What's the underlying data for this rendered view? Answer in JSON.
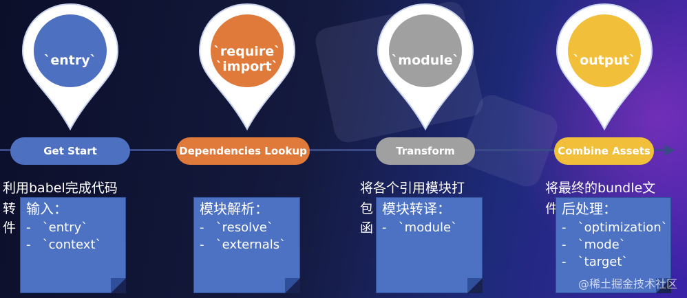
{
  "steps": [
    {
      "pin_label": "`entry`",
      "pill_label": "Get Start",
      "caption_line1": "利用babel完成代码",
      "caption_line2": "转",
      "caption_line3": "件",
      "note_title": "输入：",
      "note_items": [
        "-   `entry`",
        "-   `context`"
      ]
    },
    {
      "pin_label": "`require`\n`import`",
      "pill_label": "Dependencies Lookup",
      "note_title": "模块解析：",
      "note_items": [
        "-   `resolve`",
        "-   `externals`"
      ]
    },
    {
      "pin_label": "`module`",
      "pill_label": "Transform",
      "caption_line1": "将各个引用模块打",
      "caption_line2": "包",
      "caption_line3": "函",
      "note_title": "模块转译：",
      "note_items": [
        "-   `module`"
      ]
    },
    {
      "pin_label": "`output`",
      "pill_label": "Combine Assets",
      "caption_line1": "将最终的bundle文",
      "caption_line2": "件",
      "note_title": "后处理：",
      "note_items": [
        "-   `optimization`",
        "-   `mode`",
        "-   `target`"
      ]
    }
  ],
  "colors": {
    "blue": "#4e70c0",
    "orange": "#e07a3a",
    "gray": "#a0a0a0",
    "yellow": "#f2bf3a"
  },
  "watermark": "@稀土掘金技术社区"
}
